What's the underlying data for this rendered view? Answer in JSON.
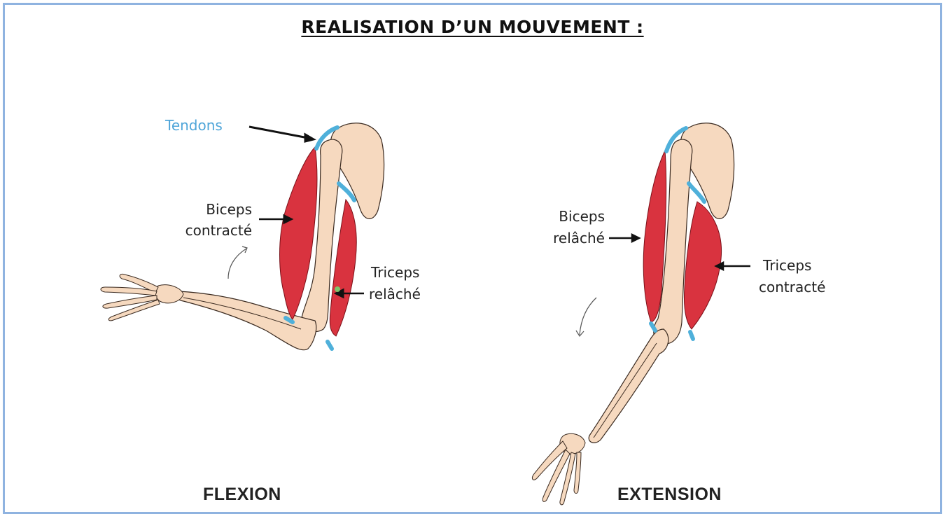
{
  "title": "REALISATION D’UN MOUVEMENT :",
  "flexion": {
    "tendons_label": "Tendons",
    "biceps_line1": "Biceps",
    "biceps_line2": "contracté",
    "triceps_line1": "Triceps",
    "triceps_line2": "relâché",
    "caption": "FLEXION"
  },
  "extension": {
    "biceps_line1": "Biceps",
    "biceps_line2": "relâché",
    "triceps_line1": "Triceps",
    "triceps_line2": "contracté",
    "caption": "EXTENSION"
  },
  "colors": {
    "bone": "#f6d9bf",
    "bone_outline": "#3a2a20",
    "muscle": "#d9333f",
    "tendon": "#4fb0da",
    "frame": "#8fb3e0"
  }
}
